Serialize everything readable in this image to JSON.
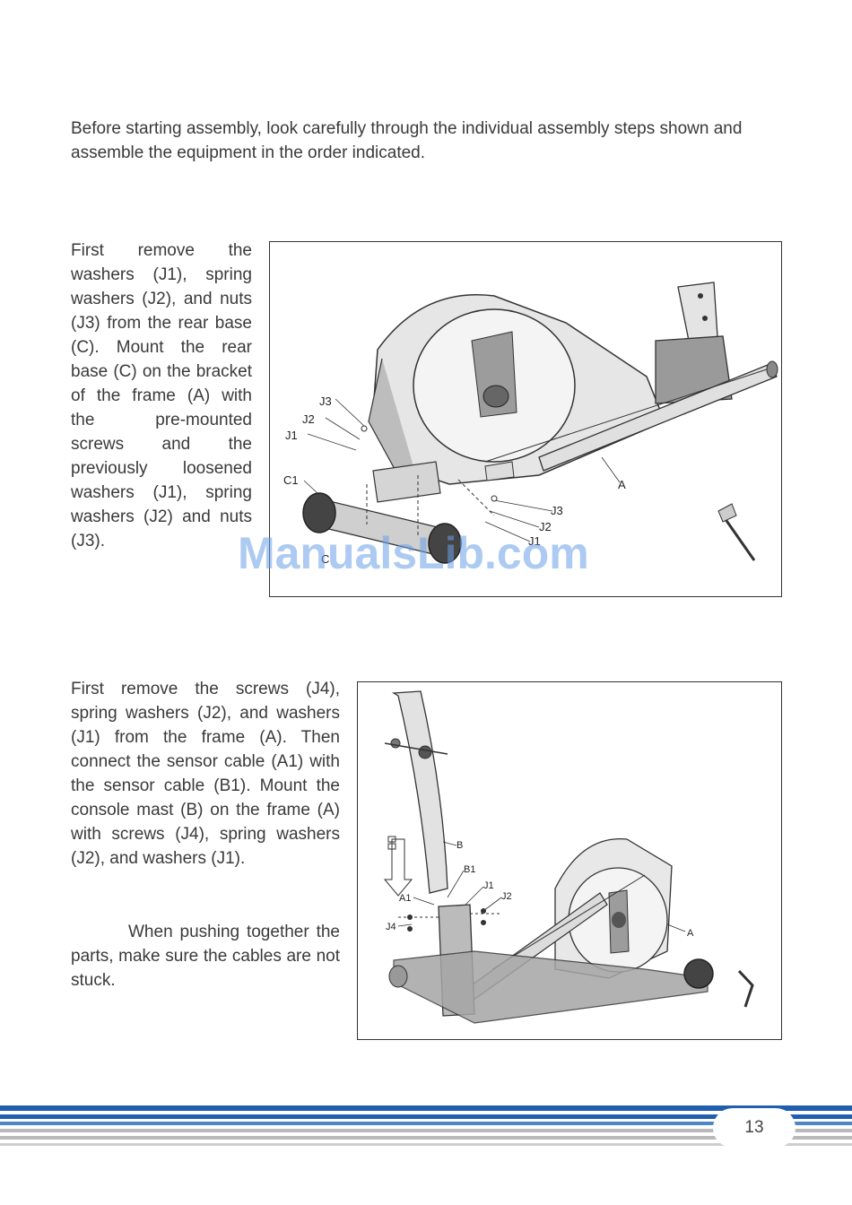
{
  "intro_text": "Before starting assembly, look carefully through the individual assembly steps shown and assemble the equipment in the order indicated.",
  "step1": {
    "text": "First remove the washers (J1), spring washers (J2), and nuts (J3) from the rear base (C). Mount the rear base (C) on the bracket of the frame (A) with the pre-mounted screws and the previously loosened washers (J1), spring washers (J2) and nuts (J3).",
    "labels": {
      "j3_left": "J3",
      "j2_left": "J2",
      "j1_left": "J1",
      "c1": "C1",
      "c": "C",
      "a": "A",
      "j3_right": "J3",
      "j2_right": "J2",
      "j1_right": "J1"
    }
  },
  "step2": {
    "text": "First remove the screws (J4), spring washers (J2), and washers (J1) from the frame (A). Then connect the sensor cable (A1) with the sensor cable (B1). Mount the console mast (B) on the frame (A) with screws (J4), spring washers (J2), and washers (J1).",
    "note": "When pushing together the parts, make sure the cables are not stuck.",
    "labels": {
      "b": "B",
      "b1": "B1",
      "j1": "J1",
      "j2": "J2",
      "a1": "A1",
      "j4": "J4",
      "a": "A"
    }
  },
  "watermark": "ManualsLib.com",
  "page_number": "13",
  "colors": {
    "stripe_blue": "#1f5fae",
    "stripe_gray": "#b9b9b9",
    "watermark": "#6aa0e8"
  }
}
